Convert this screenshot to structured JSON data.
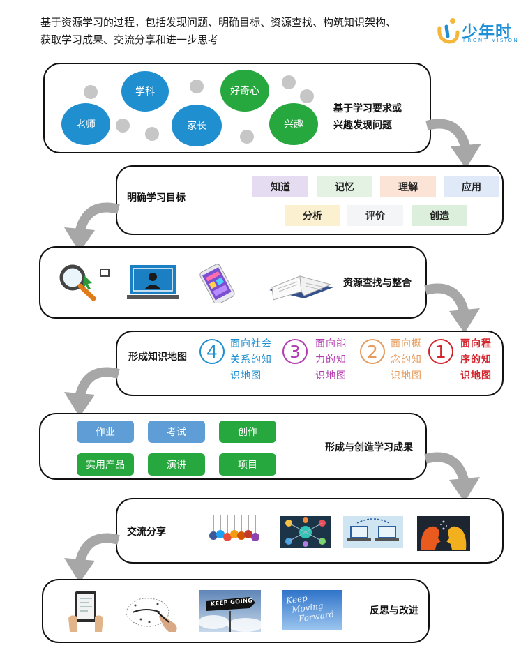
{
  "header": {
    "line1": "基于资源学习的过程，包括发现问题、明确目标、资源查找、构筑知识架构、",
    "line2": "获取学习成果、交流分享和进一步思考"
  },
  "logo": {
    "name": "少年时",
    "tagline": "FRONT VISION",
    "colors": {
      "yellow": "#f4b73c",
      "blue": "#1e8fd6"
    }
  },
  "stage1": {
    "label_line1": "基于学习要求或",
    "label_line2": "兴趣发现问题",
    "circles": [
      {
        "text": "学科",
        "color": "#1f8fd0"
      },
      {
        "text": "老师",
        "color": "#1f8fd0"
      },
      {
        "text": "家长",
        "color": "#1f8fd0"
      },
      {
        "text": "好奇心",
        "color": "#27a83f"
      },
      {
        "text": "兴趣",
        "color": "#27a83f"
      }
    ]
  },
  "stage2": {
    "label": "明确学习目标",
    "tags": [
      {
        "text": "知道",
        "color": "#e6dcf1"
      },
      {
        "text": "记忆",
        "color": "#e3f2e3"
      },
      {
        "text": "理解",
        "color": "#fbe4d6"
      },
      {
        "text": "应用",
        "color": "#dfe9f7"
      },
      {
        "text": "分析",
        "color": "#fbf1d0"
      },
      {
        "text": "评价",
        "color": "#f4f5f7"
      },
      {
        "text": "创造",
        "color": "#dcefdc"
      }
    ]
  },
  "stage3": {
    "label": "资源查找与整合",
    "images": [
      "magnifier-search-icon",
      "computer-monitor-icon",
      "smartphone-app-icon",
      "open-book-icon"
    ]
  },
  "stage4": {
    "label": "形成知识地图",
    "maps": [
      {
        "num": "4",
        "line1": "面向社会",
        "line2": "关系的知",
        "line3": "识地图",
        "color": "#1f8fd0"
      },
      {
        "num": "3",
        "line1": "面向能",
        "line2": "力的知",
        "line3": "识地图",
        "color": "#b43cb0"
      },
      {
        "num": "2",
        "line1": "面向概",
        "line2": "念的知",
        "line3": "识地图",
        "color": "#e79a5a"
      },
      {
        "num": "1",
        "line1": "面向程",
        "line2": "序的知",
        "line3": "识地图",
        "color": "#d3232b"
      }
    ]
  },
  "stage5": {
    "label": "形成与创造学习成果",
    "buttons": [
      {
        "text": "作业",
        "style": "blue"
      },
      {
        "text": "考试",
        "style": "blue"
      },
      {
        "text": "创作",
        "style": "green"
      },
      {
        "text": "实用产品",
        "style": "green"
      },
      {
        "text": "演讲",
        "style": "green"
      },
      {
        "text": "项目",
        "style": "green"
      }
    ]
  },
  "stage6": {
    "label": "交流分享",
    "images": [
      "social-media-icons-image",
      "network-icons-image",
      "computers-sharing-image",
      "heads-communication-image"
    ]
  },
  "stage7": {
    "label": "反思与改进",
    "images": [
      "tablet-hands-image",
      "sketch-hand-image",
      "keep-going-sign-image",
      "keep-moving-forward-image"
    ],
    "sign_text": "KEEP GOING",
    "sky_text_line1": "Keep",
    "sky_text_line2": "Moving",
    "sky_text_line3": "Forward"
  }
}
